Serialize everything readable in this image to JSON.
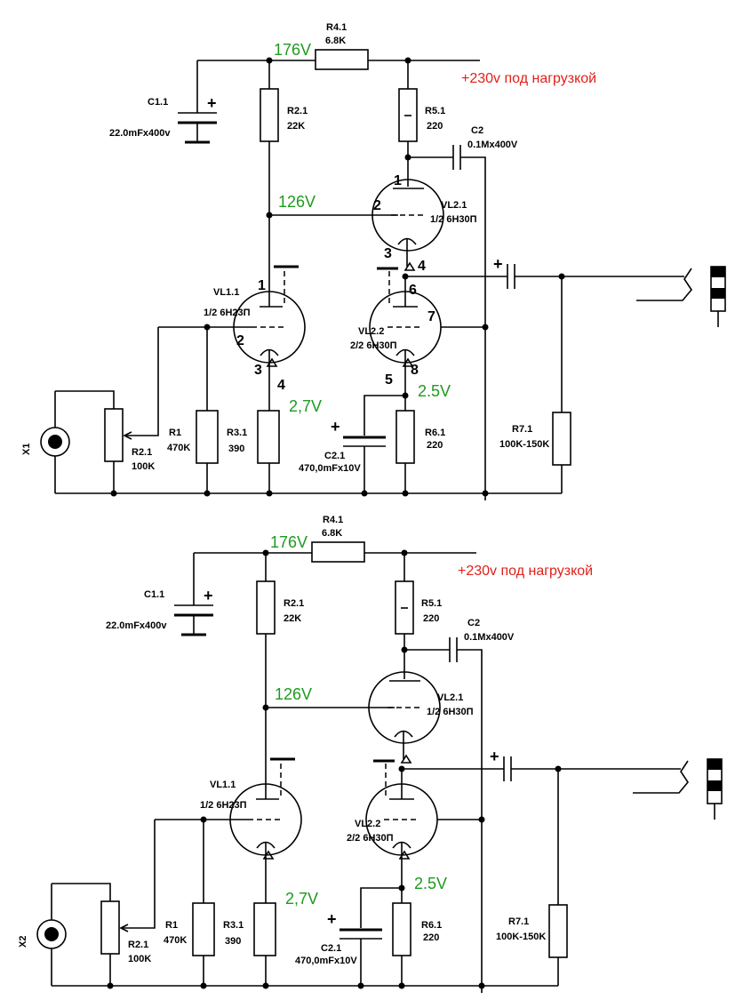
{
  "supply_note": "+230v под нагрузкой",
  "colors": {
    "voltage": "#1f9a1f",
    "supply": "#e0201a"
  },
  "voltages": {
    "b_plus": "176V",
    "anode": "126V",
    "cathode1": "2,7V",
    "cathode2": "2.5V"
  },
  "c11": {
    "ref": "C1.1",
    "value": "22.0mFx400v"
  },
  "r21": {
    "ref": "R2.1",
    "value": "22K"
  },
  "r41": {
    "ref": "R4.1",
    "value": "6.8K"
  },
  "r51": {
    "ref": "R5.1",
    "value": "220"
  },
  "c2": {
    "ref": "C2",
    "value": "0.1Mx400V"
  },
  "vl21": {
    "ref": "VL2.1",
    "value": "1/2 6Н30П"
  },
  "vl11": {
    "ref": "VL1.1",
    "value": "1/2 6Н23П"
  },
  "vl22": {
    "ref": "VL2.2",
    "value": "2/2 6Н30П"
  },
  "pot": {
    "ref": "R2.1",
    "value": "100K"
  },
  "r1": {
    "ref": "R1",
    "value": "470K"
  },
  "r31": {
    "ref": "R3.1",
    "value": "390"
  },
  "c21": {
    "ref": "C2.1",
    "value": "470,0mFx10V"
  },
  "r61": {
    "ref": "R6.1",
    "value": "220"
  },
  "r71": {
    "ref": "R7.1",
    "value": "100K-150K"
  },
  "connectors": [
    "X1",
    "X2"
  ],
  "pins_top": {
    "vl21_1": "1",
    "vl21_2": "2",
    "vl21_3": "3",
    "vl21_4": "4",
    "vl11_1": "1",
    "vl11_2": "2",
    "vl11_3": "3",
    "vl11_4": "4",
    "vl22_6": "6",
    "vl22_7": "7",
    "vl22_8": "8",
    "vl22_5": "5"
  }
}
